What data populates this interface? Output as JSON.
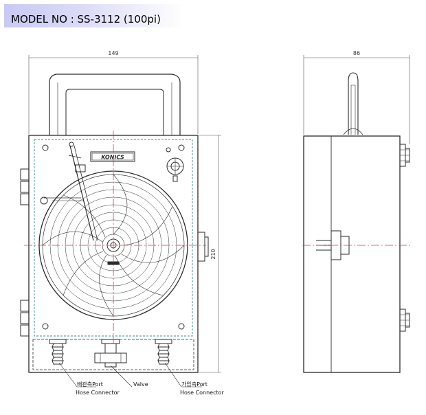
{
  "model": {
    "text": "MODEL NO : SS-3112 (100pi)"
  },
  "dimensions": {
    "width_front": "149",
    "depth_side": "86",
    "height": "210"
  },
  "brand": {
    "logo_text": "KONICS"
  },
  "callouts": {
    "left_port_line1": "배관측Port",
    "left_port_line2": "Hose Connector",
    "valve": "Valve",
    "right_port_line1": "가압측Port",
    "right_port_line2": "Hose Connector"
  },
  "colors": {
    "line": "#2a2a2a",
    "centerline": "#d63a3a",
    "panel": "#3a8a8a",
    "banner": "#c9c9f4"
  }
}
